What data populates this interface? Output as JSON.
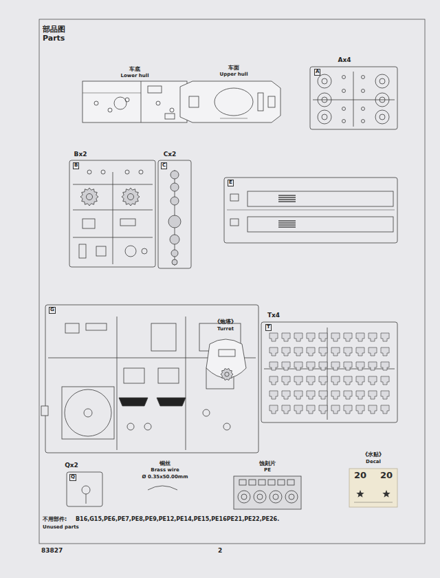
{
  "diagram": {
    "title": "部品图",
    "nodes": [
      {
        "text": [
          "车底",
          "Lower hull"
        ]
      },
      {
        "text": [
          "车面",
          "Upper hull"
        ]
      },
      {
        "text": [
          "Ax4",
          "A"
        ]
      },
      {
        "text": [
          "Bx2",
          "B"
        ]
      },
      {
        "text": [
          "Cx2",
          "C"
        ]
      },
      {
        "text": [
          "E"
        ]
      },
      {
        "text": [
          "G"
        ]
      },
      {
        "text": [
          "《炮塔》",
          "Turret"
        ]
      },
      {
        "text": [
          "Tx4",
          "T"
        ]
      },
      {
        "text": [
          "Qx2",
          "Q"
        ]
      },
      {
        "text": [
          "铜丝",
          "Brass wire",
          "Ø 0.35x50.00mm"
        ]
      },
      {
        "text": [
          "蚀刻片",
          "PE"
        ]
      },
      {
        "text": [
          "《水贴》",
          "Decal",
          "20",
          "20"
        ]
      }
    ],
    "labels": [
      "Parts",
      "不用部件:",
      "B16,G15,PE6,PE7,PE8,PE9,PE12,PE14,PE15,PE16PE21,PE22,PE26.",
      "Unused parts",
      "83827",
      "2"
    ]
  }
}
